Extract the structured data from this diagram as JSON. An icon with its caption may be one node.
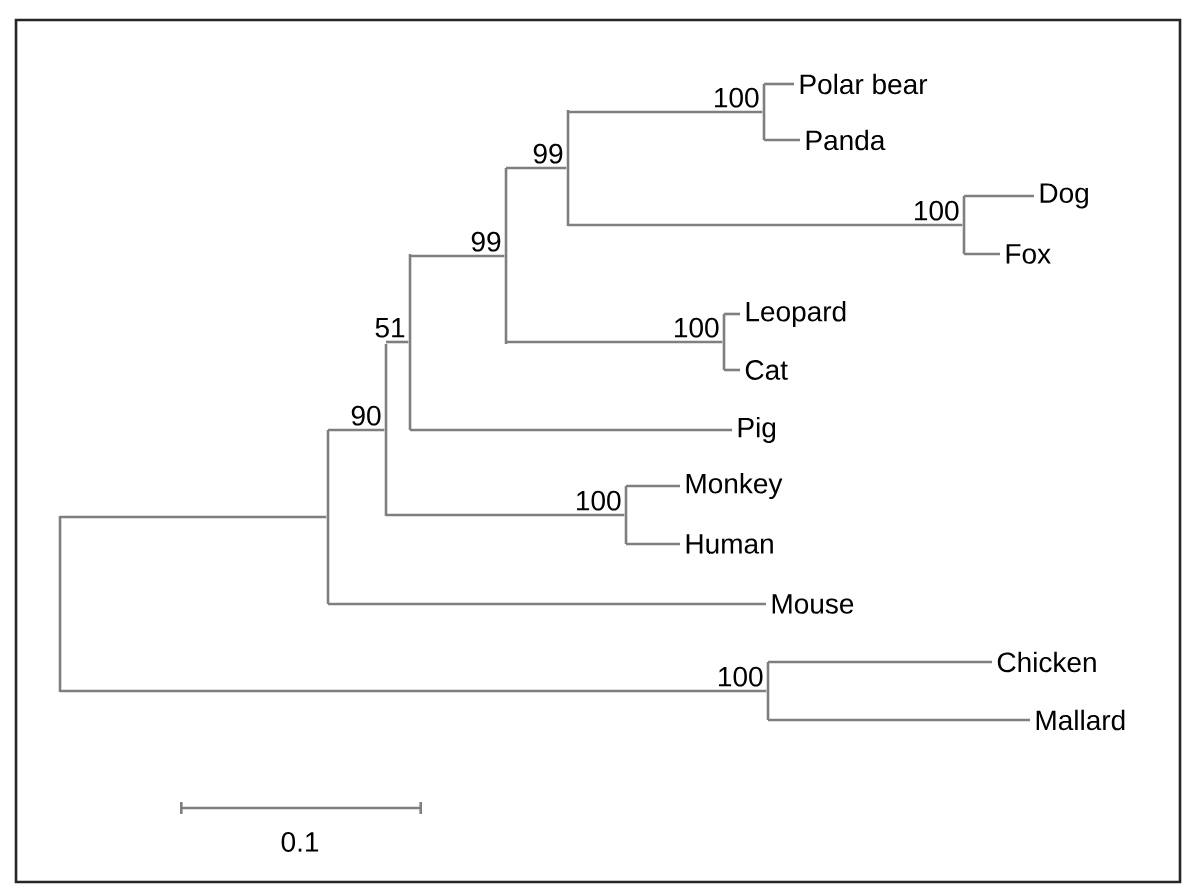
{
  "diagram": {
    "nodes": [
      {
        "text": [],
        "shape": "bar"
      },
      {
        "text": [],
        "shape": "bar"
      },
      {
        "text": [],
        "shape": "bar",
        "beside": [
          "90"
        ]
      },
      {
        "text": [],
        "shape": "bar",
        "beside": [
          "51"
        ]
      },
      {
        "text": [],
        "shape": "bar",
        "beside": [
          "99"
        ]
      },
      {
        "text": [],
        "shape": "bar",
        "beside": [
          "99"
        ]
      },
      {
        "text": [],
        "shape": "bar",
        "beside": [
          "100"
        ]
      },
      {
        "text": [
          "Polar bear"
        ]
      },
      {
        "text": [
          "Panda"
        ]
      },
      {
        "text": [],
        "shape": "bar",
        "beside": [
          "100"
        ]
      },
      {
        "text": [
          "Dog"
        ]
      },
      {
        "text": [
          "Fox"
        ]
      },
      {
        "text": [],
        "shape": "bar",
        "beside": [
          "100"
        ]
      },
      {
        "text": [
          "Leopard"
        ]
      },
      {
        "text": [
          "Cat"
        ]
      },
      {
        "text": [
          "Pig"
        ]
      },
      {
        "text": [],
        "shape": "bar",
        "beside": [
          "100"
        ]
      },
      {
        "text": [
          "Monkey"
        ]
      },
      {
        "text": [
          "Human"
        ]
      },
      {
        "text": [
          "Mouse"
        ]
      },
      {
        "text": [],
        "shape": "bar",
        "beside": [
          "100"
        ]
      },
      {
        "text": [
          "Chicken"
        ]
      },
      {
        "text": [
          "Mallard"
        ]
      }
    ],
    "edges": [
      {
        "from": 0,
        "to": 1,
        "arrow": "none"
      },
      {
        "from": 0,
        "to": 20,
        "arrow": "none"
      },
      {
        "from": 1,
        "to": 2,
        "arrow": "none"
      },
      {
        "from": 1,
        "to": 19,
        "arrow": "none"
      },
      {
        "from": 2,
        "to": 3,
        "arrow": "none"
      },
      {
        "from": 2,
        "to": 16,
        "arrow": "none"
      },
      {
        "from": 3,
        "to": 4,
        "arrow": "none"
      },
      {
        "from": 3,
        "to": 15,
        "arrow": "none"
      },
      {
        "from": 4,
        "to": 5,
        "arrow": "none"
      },
      {
        "from": 4,
        "to": 12,
        "arrow": "none"
      },
      {
        "from": 5,
        "to": 6,
        "arrow": "none"
      },
      {
        "from": 5,
        "to": 9,
        "arrow": "none"
      },
      {
        "from": 6,
        "to": 7,
        "arrow": "none"
      },
      {
        "from": 6,
        "to": 8,
        "arrow": "none"
      },
      {
        "from": 9,
        "to": 10,
        "arrow": "none"
      },
      {
        "from": 9,
        "to": 11,
        "arrow": "none"
      },
      {
        "from": 12,
        "to": 13,
        "arrow": "none"
      },
      {
        "from": 12,
        "to": 14,
        "arrow": "none"
      },
      {
        "from": 16,
        "to": 17,
        "arrow": "none"
      },
      {
        "from": 16,
        "to": 18,
        "arrow": "none"
      },
      {
        "from": 20,
        "to": 21,
        "arrow": "none"
      },
      {
        "from": 20,
        "to": 22,
        "arrow": "none"
      }
    ],
    "labels": [
      "0.1"
    ]
  }
}
